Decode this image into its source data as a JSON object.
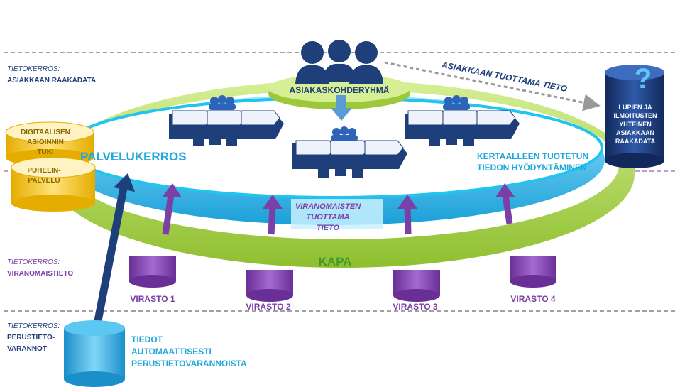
{
  "layers": {
    "top": {
      "caption": "TIETOKERROS:",
      "title": "ASIAKKAAN RAAKADATA"
    },
    "middle": {
      "caption": "TIETOKERROS:",
      "title": "VIRANOMAISTIETO"
    },
    "bottom": {
      "caption": "TIETOKERROS:",
      "title_line1": "PERUSTIETO-",
      "title_line2": "VARANNOT"
    }
  },
  "customer_group": "ASIAKASKOHDERYHMÄ",
  "customer_data_arrow": "ASIAKKAAN TUOTTAMA TIETO",
  "consent_store": {
    "symbol": "?",
    "line1": "LUPIEN JA",
    "line2": "ILMOITUSTEN",
    "line3": "YHTEINEN",
    "line4": "ASIAKKAAN",
    "line5": "RAAKADATA"
  },
  "channels": {
    "digital_line1": "DIGITAALISEN",
    "digital_line2": "ASIOINNIN",
    "digital_line3": "TUKI",
    "phone_line1": "PUHELIN-",
    "phone_line2": "PALVELU"
  },
  "service_layer": "PALVELUKERROS",
  "reuse_line1": "KERTAALLEEN TUOTETUN",
  "reuse_line2": "TIEDON HYÖDYNTÄMINEN",
  "authority_data_line1": "VIRANOMAISTEN",
  "authority_data_line2": "TUOTTAMA",
  "authority_data_line3": "TIETO",
  "kapa": "KAPA",
  "agencies": [
    "VIRASTO 1",
    "VIRASTO 2",
    "VIRASTO 3",
    "VIRASTO 4"
  ],
  "auto_data_line1": "TIEDOT",
  "auto_data_line2": "AUTOMAATTISESTI",
  "auto_data_line3": "PERUSTIETOVARANNOISTA",
  "colors": {
    "dark_blue": "#1f3f7a",
    "cyan": "#1fa8dc",
    "green": "#a7d14a",
    "purple": "#7b3fa6",
    "yellow": "#f2c51b"
  }
}
